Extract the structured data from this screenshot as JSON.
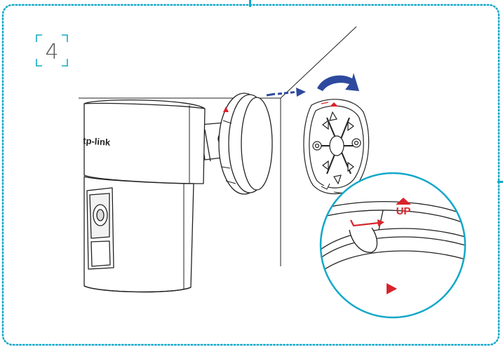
{
  "step": {
    "number": "4"
  },
  "camera": {
    "brand": "tp-link"
  },
  "mount_plate": {
    "up_label": "UP"
  },
  "colors": {
    "frame_border": "#13a8c8",
    "zoom_circle_border": "#13a8c8",
    "arrow_blue": "#2e4a9e",
    "accent_red": "#d8232a",
    "line": "#222222"
  },
  "icons": {
    "rotate_arrow": "curved-arrow-icon",
    "insert_arrow": "dashed-arrow-icon",
    "alignment_triangle": "triangle-icon",
    "up_arrow": "up-arrow-icon"
  }
}
